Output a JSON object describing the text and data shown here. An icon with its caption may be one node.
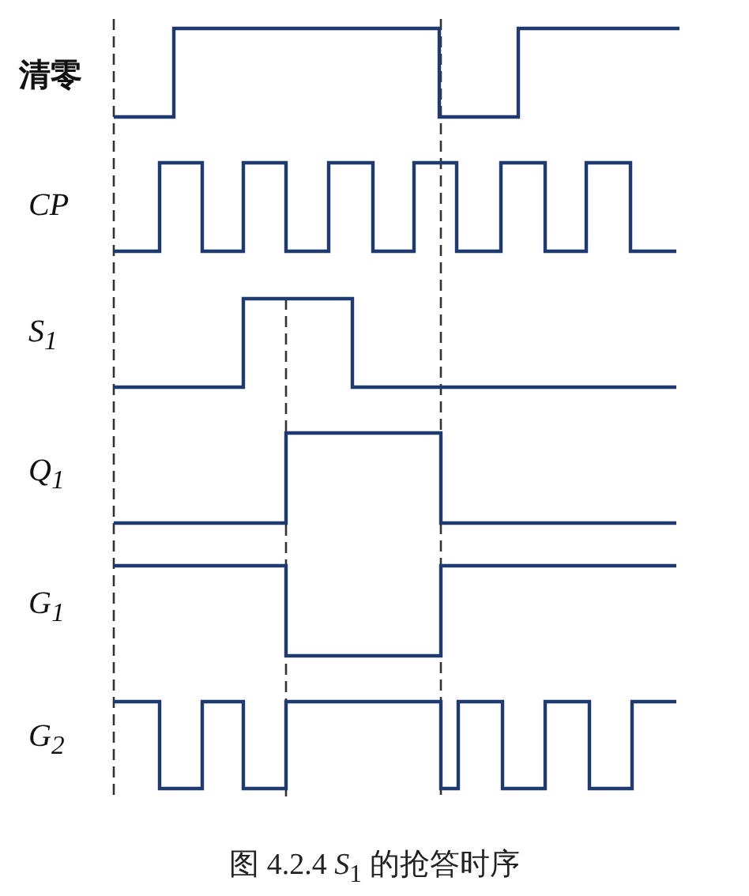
{
  "diagram": {
    "caption": "图 4.2.4 *S*$_{1}$ 的抢答时序",
    "labels": [
      "清零",
      "CP",
      "S$_{1}$",
      "Q$_{1}$",
      "G$_{1}$",
      "G$_{2}$"
    ]
  }
}
